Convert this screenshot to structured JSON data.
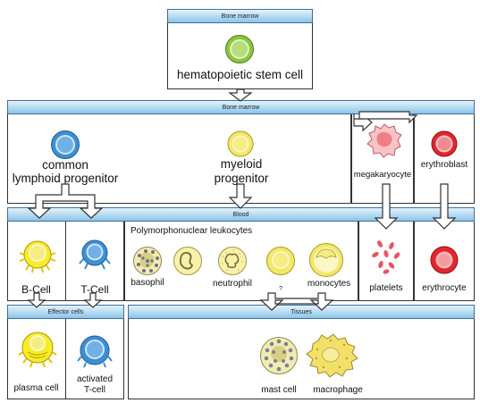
{
  "top": {
    "band": "Bone marrow",
    "stem": "hematopoietic stem cell"
  },
  "bm2": {
    "band": "Bone marrow",
    "lymphoid": [
      "common",
      "lymphoid progenitor"
    ],
    "myeloid": [
      "myeloid",
      "progenitor"
    ],
    "megakaryocyte": "megakaryocyte",
    "erythroblast": "erythroblast"
  },
  "blood": {
    "band": "Blood",
    "bcell": "B-Cell",
    "tcell": "T-Cell",
    "poly_title": "Polymorphonuclear leukocytes",
    "basophil": "basophil",
    "neutrophil": "neutrophil",
    "question": "?",
    "monocytes": "monocytes",
    "platelets": "platelets",
    "erythrocyte": "erythrocyte"
  },
  "effector": {
    "band": "Effector cells",
    "plasma": "plasma cell",
    "activated": [
      "activated",
      "T-cell"
    ]
  },
  "tissues": {
    "band": "Tissues",
    "mast": "mast cell",
    "macrophage": "macrophage"
  },
  "colors": {
    "band": "#b7dcf2",
    "stem": "#8cc63f",
    "lymphoid": "#3d8fd1",
    "myeloid": "#f3e86a",
    "megakaryocyte": "#ef7f86",
    "erythro": "#e3262e",
    "granule": "#7f7f9a"
  }
}
